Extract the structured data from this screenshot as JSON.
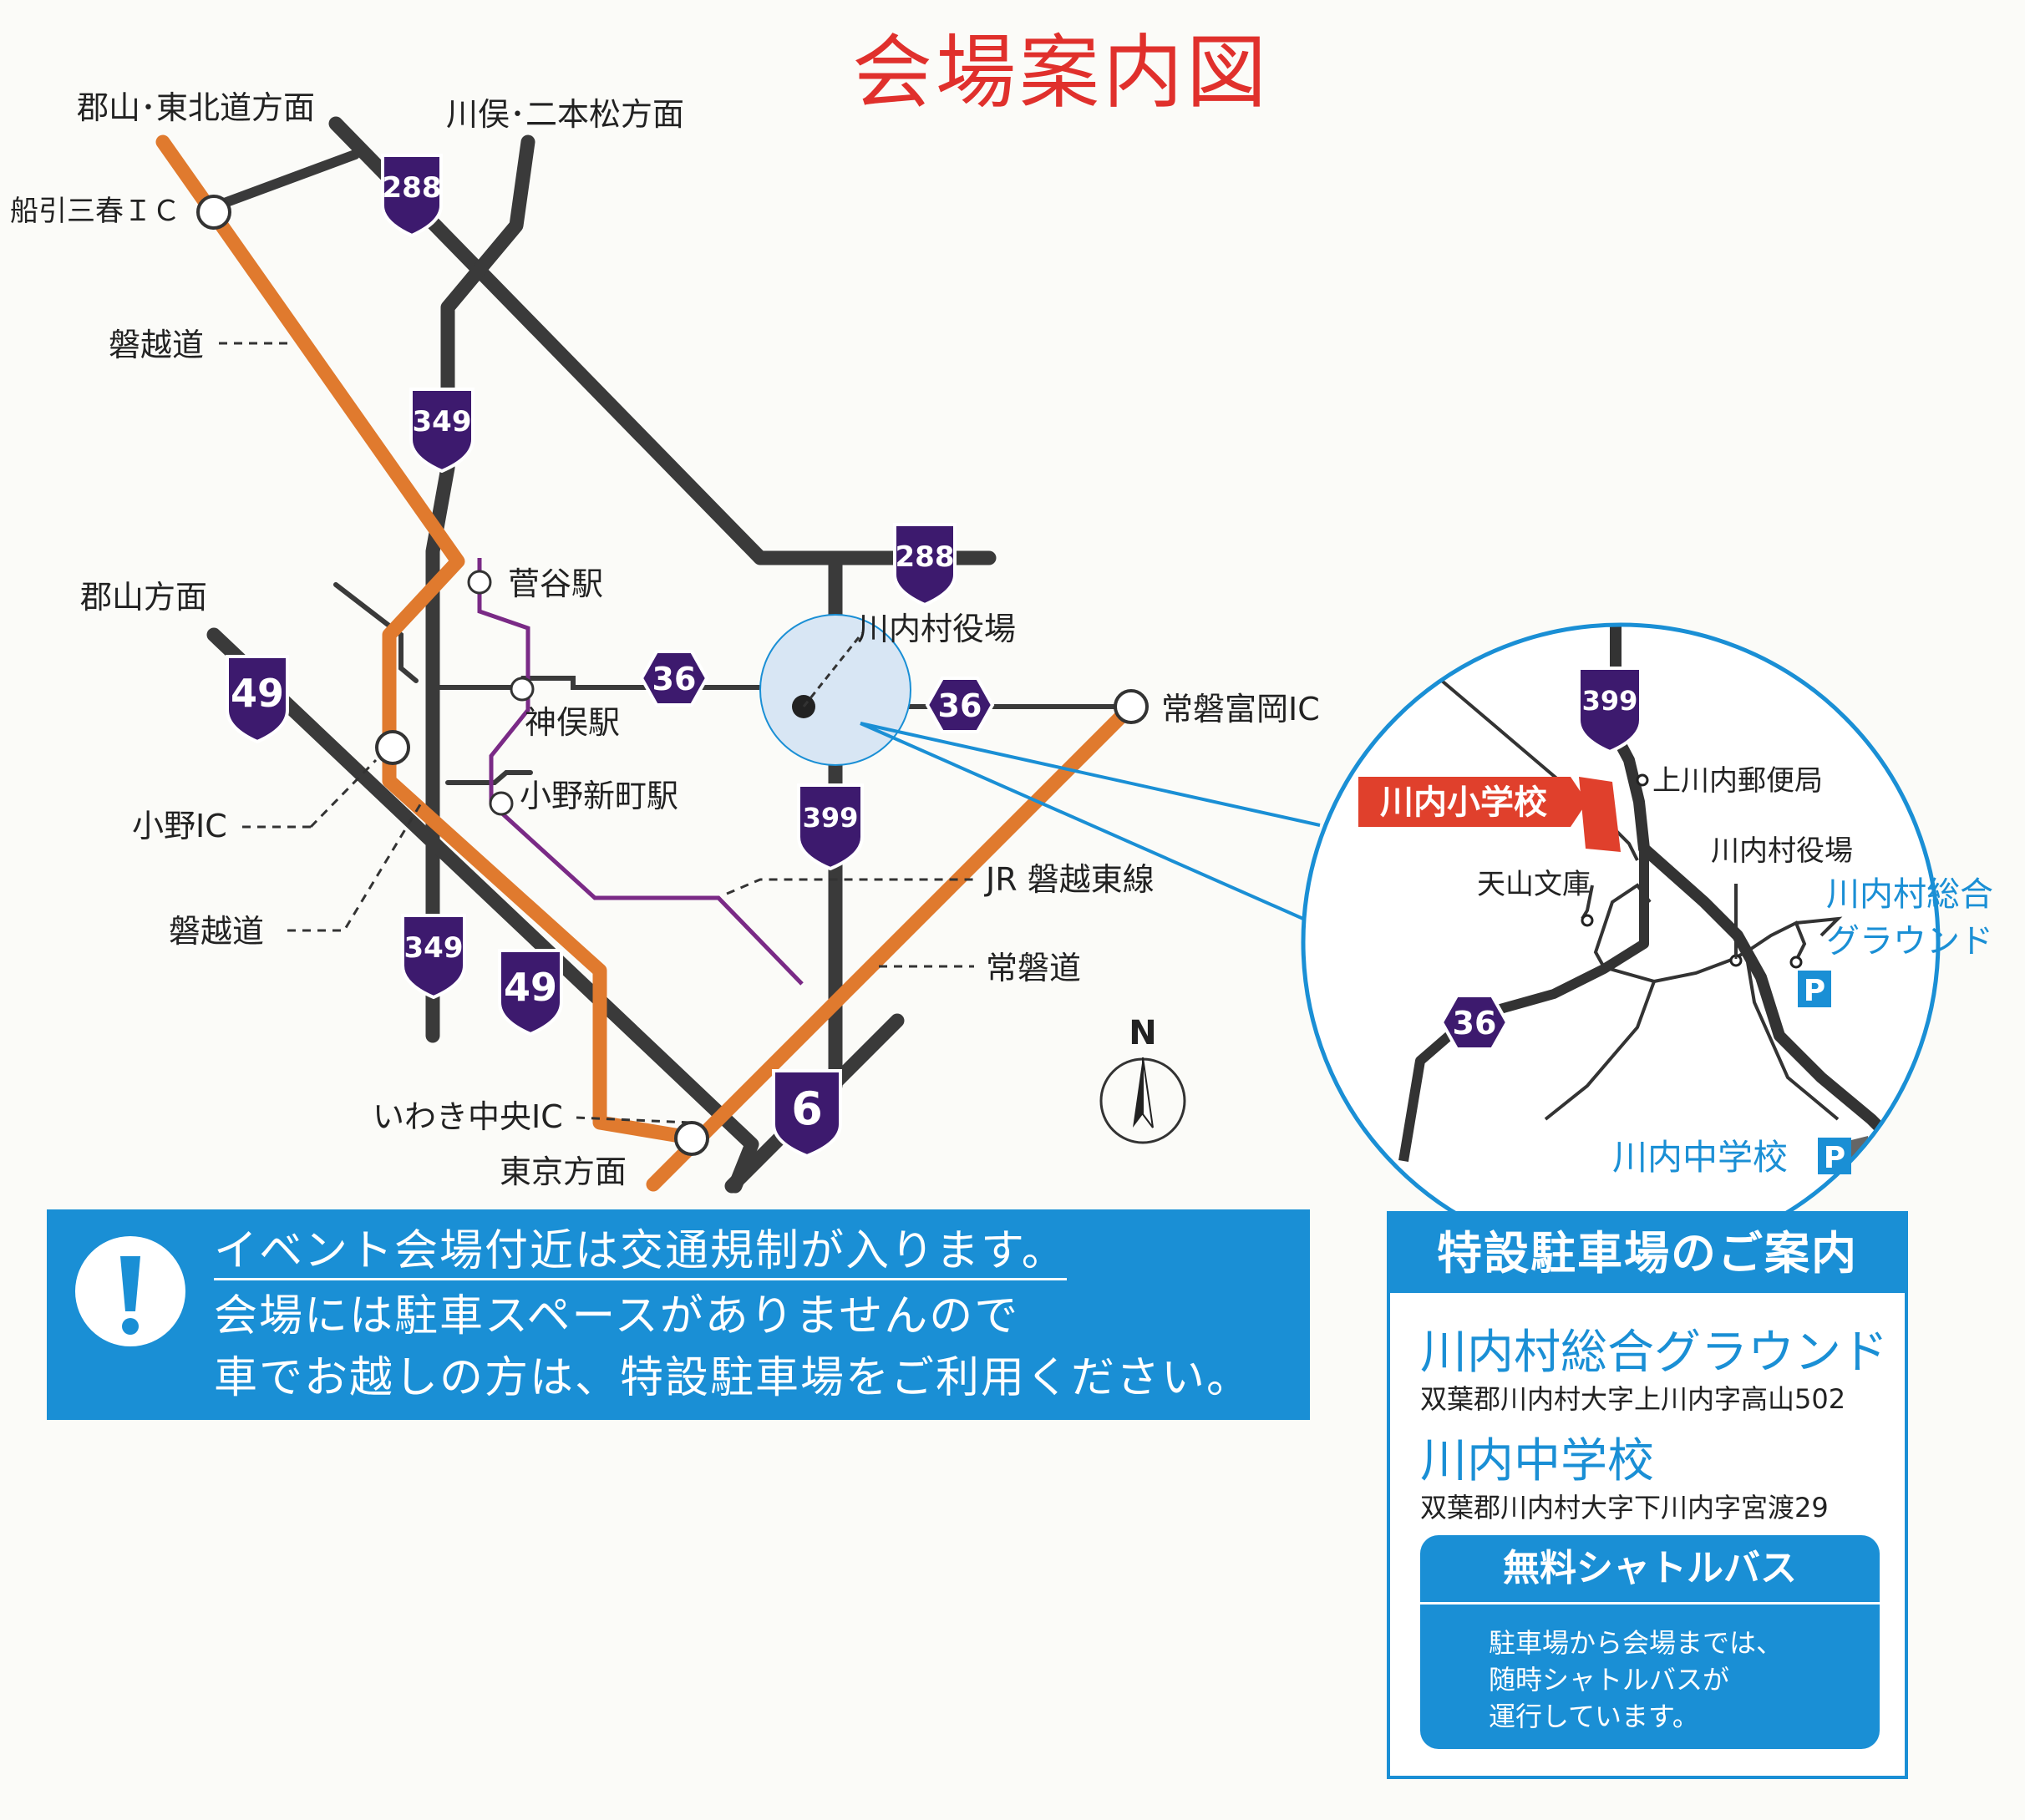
{
  "title": "会場案内図",
  "labels": {
    "koriyama_tohoku": "郡山･東北道方面",
    "kawamata": "川俣･二本松方面",
    "funehiki_ic": "船引三春ＩＣ",
    "banetsu_1": "磐越道",
    "koriyama": "郡山方面",
    "sugaya_st": "菅谷駅",
    "kamimata_st": "神俣駅",
    "ono_shinmachi_st": "小野新町駅",
    "ono_ic": "小野IC",
    "banetsu_2": "磐越道",
    "jr_line": "JR 磐越東線",
    "joban_road": "常磐道",
    "iwaki_ic": "いわき中央IC",
    "tokyo": "東京方面",
    "village_office": "川内村役場",
    "tomioka_ic": "常磐富岡IC",
    "north": "N"
  },
  "routes": {
    "r288a": "288",
    "r288b": "288",
    "r349a": "349",
    "r349b": "349",
    "r49a": "49",
    "r49b": "49",
    "r36a": "36",
    "r36b": "36",
    "r399": "399",
    "r6": "6"
  },
  "inset": {
    "r399": "399",
    "r36": "36",
    "elementary": "川内小学校",
    "post_office": "上川内郵便局",
    "village_office": "川内村役場",
    "library": "天山文庫",
    "ground_1": "川内村総合",
    "ground_2": "グラウンド",
    "junior_high": "川内中学校",
    "p1": "P",
    "p2": "P"
  },
  "notice": {
    "line1": "イベント会場付近は交通規制が入ります。",
    "line2": "会場には駐車スペースがありませんので",
    "line3": "車でお越しの方は、特設駐車場をご利用ください。"
  },
  "parking": {
    "heading": "特設駐車場のご案内",
    "name1": "川内村総合グラウンド",
    "addr1": "双葉郡川内村大字上川内字高山502",
    "name2": "川内中学校",
    "addr2": "双葉郡川内村大字下川内字宮渡29",
    "shuttle_heading": "無料シャトルバス",
    "shuttle_1": "駐車場から会場までは、",
    "shuttle_2": "随時シャトルバスが",
    "shuttle_3": "運行しています。"
  },
  "colors": {
    "highway": "#e07a2e",
    "road": "#3a3a3a",
    "rail": "#7a2a86",
    "route_badge": "#3d1a6e",
    "accent_blue": "#1a8fd5",
    "title_red": "#e0302c",
    "school_red": "#e0402c"
  }
}
